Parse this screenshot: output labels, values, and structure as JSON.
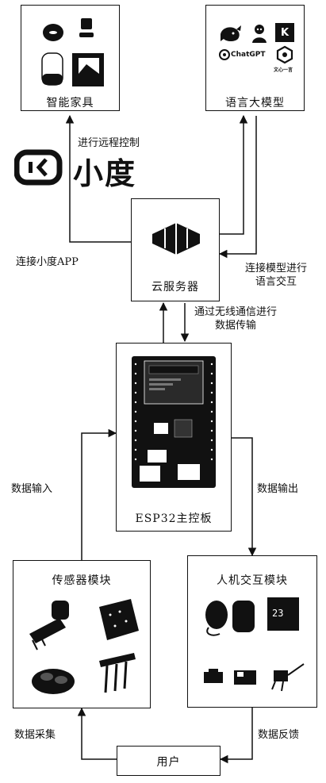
{
  "nodes": {
    "smart_home": "智能家具",
    "llm": "语言大模型",
    "cloud": "云服务器",
    "esp32": "ESP32主控板",
    "sensor": "传感器模块",
    "hmi": "人机交互模块",
    "user": "用户"
  },
  "brand": {
    "name": "小度"
  },
  "llm_logos": {
    "chatgpt": "ChatGPT",
    "wenxin": "文心一言",
    "kimi": "K"
  },
  "hmi_display": "23",
  "edges": {
    "remote_control": "进行远程控制",
    "connect_xiaodu": "连接小度APP",
    "connect_llm_1": "连接模型进行",
    "connect_llm_2": "语言交互",
    "wireless_1": "通过无线通信进行",
    "wireless_2": "数据传输",
    "data_input": "数据输入",
    "data_output": "数据输出",
    "data_collect": "数据采集",
    "data_feedback": "数据反馈"
  }
}
